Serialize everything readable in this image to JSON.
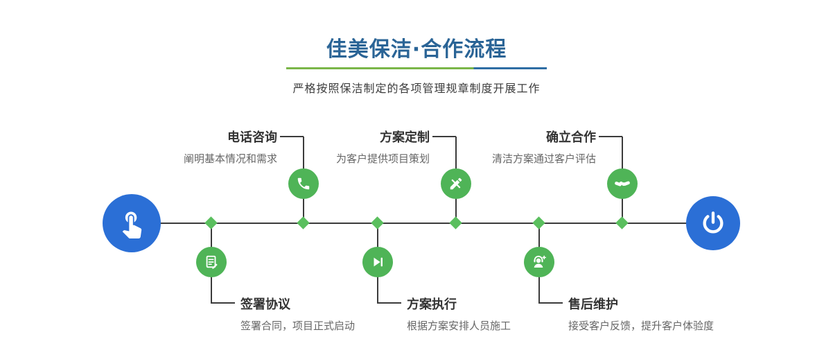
{
  "header": {
    "title": "佳美保洁·合作流程",
    "subtitle": "严格按照保洁制定的各项管理规章制度开展工作"
  },
  "steps_top": [
    {
      "title": "电话咨询",
      "desc": "阐明基本情况和需求",
      "icon": "phone-icon"
    },
    {
      "title": "方案定制",
      "desc": "为客户提供项目策划",
      "icon": "design-icon"
    },
    {
      "title": "确立合作",
      "desc": "清洁方案通过客户评估",
      "icon": "handshake-icon"
    }
  ],
  "steps_bottom": [
    {
      "title": "签署协议",
      "desc": "签署合同，项目正式启动",
      "icon": "contract-icon"
    },
    {
      "title": "方案执行",
      "desc": "根据方案安排人员施工",
      "icon": "play-icon"
    },
    {
      "title": "售后维护",
      "desc": "接受客户反馈，提升客户体验度",
      "icon": "customer-service-icon"
    }
  ],
  "endpoints": {
    "start_icon": "pointing-hand-icon",
    "end_icon": "power-icon"
  },
  "colors": {
    "title_blue": "#2a6496",
    "endpoint_blue": "#2b6fd6",
    "node_green": "#4fb457",
    "diamond_green": "#5abf5e",
    "divider_green": "#7ab648",
    "divider_blue": "#2e6da4",
    "line_dark": "#3b3b3b"
  }
}
